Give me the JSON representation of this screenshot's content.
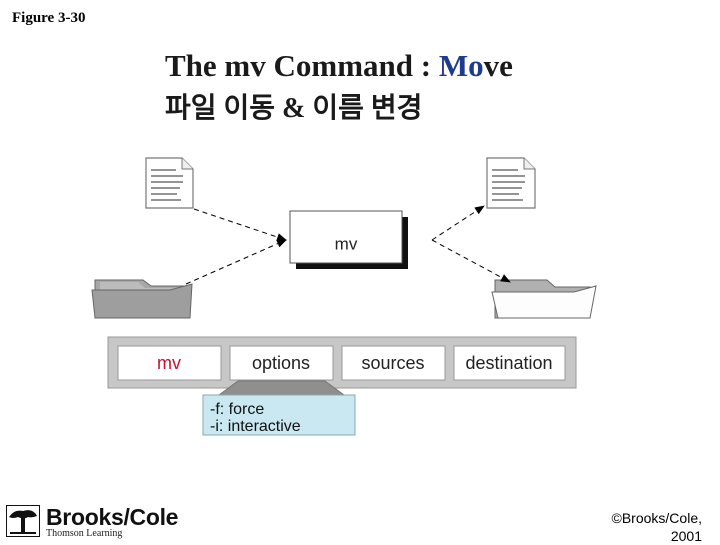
{
  "header": {
    "figure_label": "Figure 3-30",
    "title_prefix": "The mv Command : ",
    "title_mo": "Mo",
    "title_suffix": "ve",
    "subtitle": "파일 이동 & 이름 변경"
  },
  "diagram": {
    "command_box_label": "mv",
    "syntax": {
      "command": "mv",
      "options": "options",
      "sources": "sources",
      "destination": "destination"
    },
    "options_list": {
      "force": "-f: force",
      "interactive": "-i: interactive"
    },
    "colors": {
      "command_text": "#c8102e",
      "options_panel": "#c9e8f2",
      "title_highlight": "#1f3b8f"
    }
  },
  "footer": {
    "logo_brand": "Brooks/Cole",
    "logo_subtitle": "Thomson Learning",
    "copyright_line1": "©Brooks/Cole,",
    "copyright_line2": "2001"
  }
}
